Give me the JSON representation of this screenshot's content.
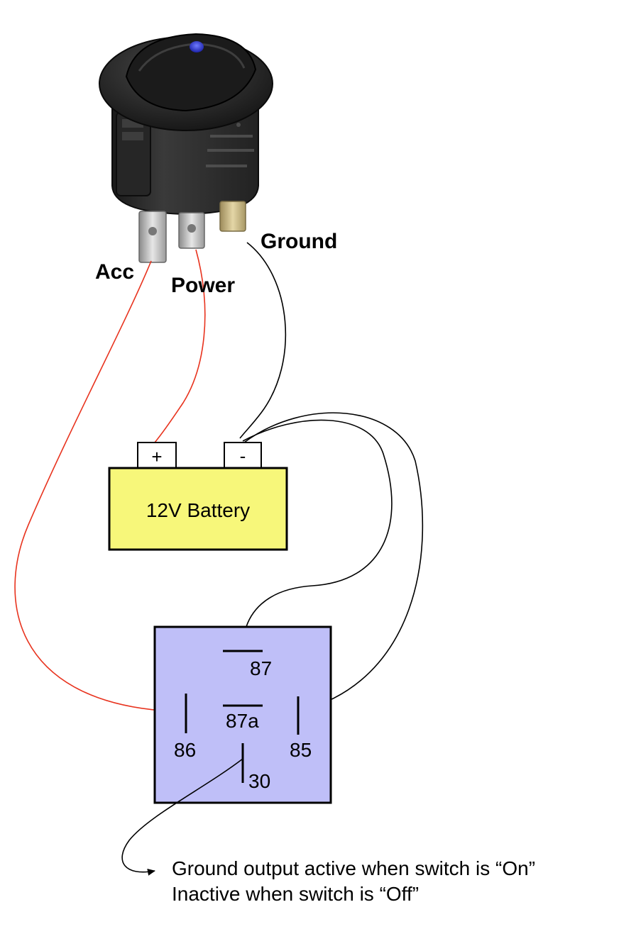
{
  "switch": {
    "terminals": {
      "acc": "Acc",
      "power": "Power",
      "ground": "Ground"
    },
    "led_color": "#2f3bd6"
  },
  "battery": {
    "label": "12V Battery",
    "positive": "+",
    "negative": "-",
    "fill_color": "#f7f77a"
  },
  "relay": {
    "fill_color": "#bfbff8",
    "pins": {
      "p87": "87",
      "p87a": "87a",
      "p86": "86",
      "p85": "85",
      "p30": "30"
    }
  },
  "wires": {
    "hot_color": "#e8331e",
    "ground_color": "#000000"
  },
  "note": {
    "line1": "Ground output active when switch is “On”",
    "line2": "Inactive when switch is “Off”"
  }
}
